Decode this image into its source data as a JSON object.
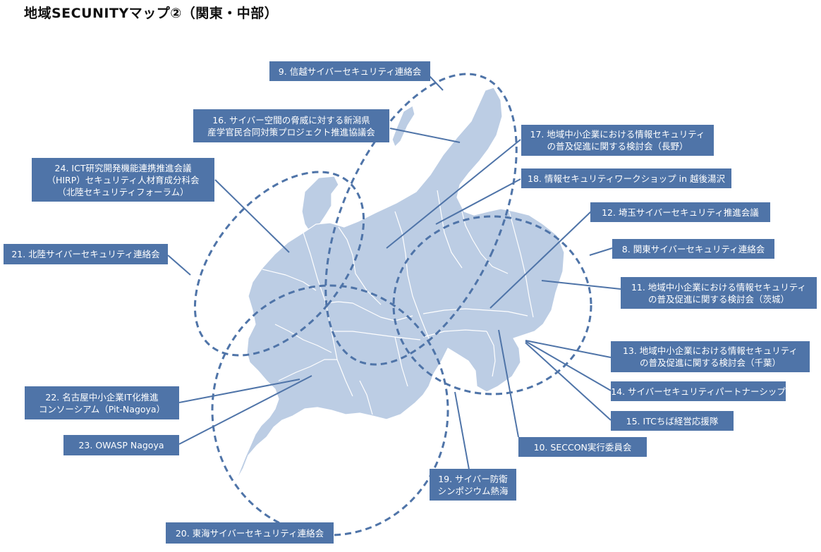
{
  "title": "地域SECUNITYマップ②（関東・中部）",
  "colors": {
    "label_bg": "#4f74a8",
    "map_fill": "#bccde4",
    "boundary": "#ffffff",
    "ellipse": "#4f74a8",
    "leader": "#4f74a8"
  },
  "labels": {
    "l9": [
      "9. 信越サイバーセキュリティ連絡会"
    ],
    "l16": [
      "16. サイバー空間の脅威に対する新潟県",
      "産学官民合同対策プロジェクト推進協議会"
    ],
    "l24": [
      "24. ICT研究開発機能連携推進会議",
      "（HIRP）セキュリティ人材育成分科会",
      "（北陸セキュリティフォーラム）"
    ],
    "l21": [
      "21. 北陸サイバーセキュリティ連絡会"
    ],
    "l17": [
      "17. 地域中小企業における情報セキュリティ",
      "の普及促進に関する検討会（長野）"
    ],
    "l18": [
      "18. 情報セキュリティワークショップ in 越後湯沢"
    ],
    "l12": [
      "12. 埼玉サイバーセキュリティ推進会議"
    ],
    "l8": [
      "8. 関東サイバーセキュリティ連絡会"
    ],
    "l11": [
      "11. 地域中小企業における情報セキュリティ",
      "の普及促進に関する検討会（茨城）"
    ],
    "l13": [
      "13. 地域中小企業における情報セキュリティ",
      "の普及促進に関する検討会（千葉）"
    ],
    "l14": [
      "14. サイバーセキュリティパートナーシップ"
    ],
    "l15": [
      "15. ITCちば経営応援隊"
    ],
    "l10": [
      "10. SECCON実行委員会"
    ],
    "l19": [
      "19. サイバー防衛",
      "シンポジウム熱海"
    ],
    "l22": [
      "22. 名古屋中小企業IT化推進",
      "コンソーシアム（Pit-Nagoya）"
    ],
    "l23": [
      "23. OWASP Nagoya"
    ],
    "l20": [
      "20. 東海サイバーセキュリティ連絡会"
    ]
  }
}
